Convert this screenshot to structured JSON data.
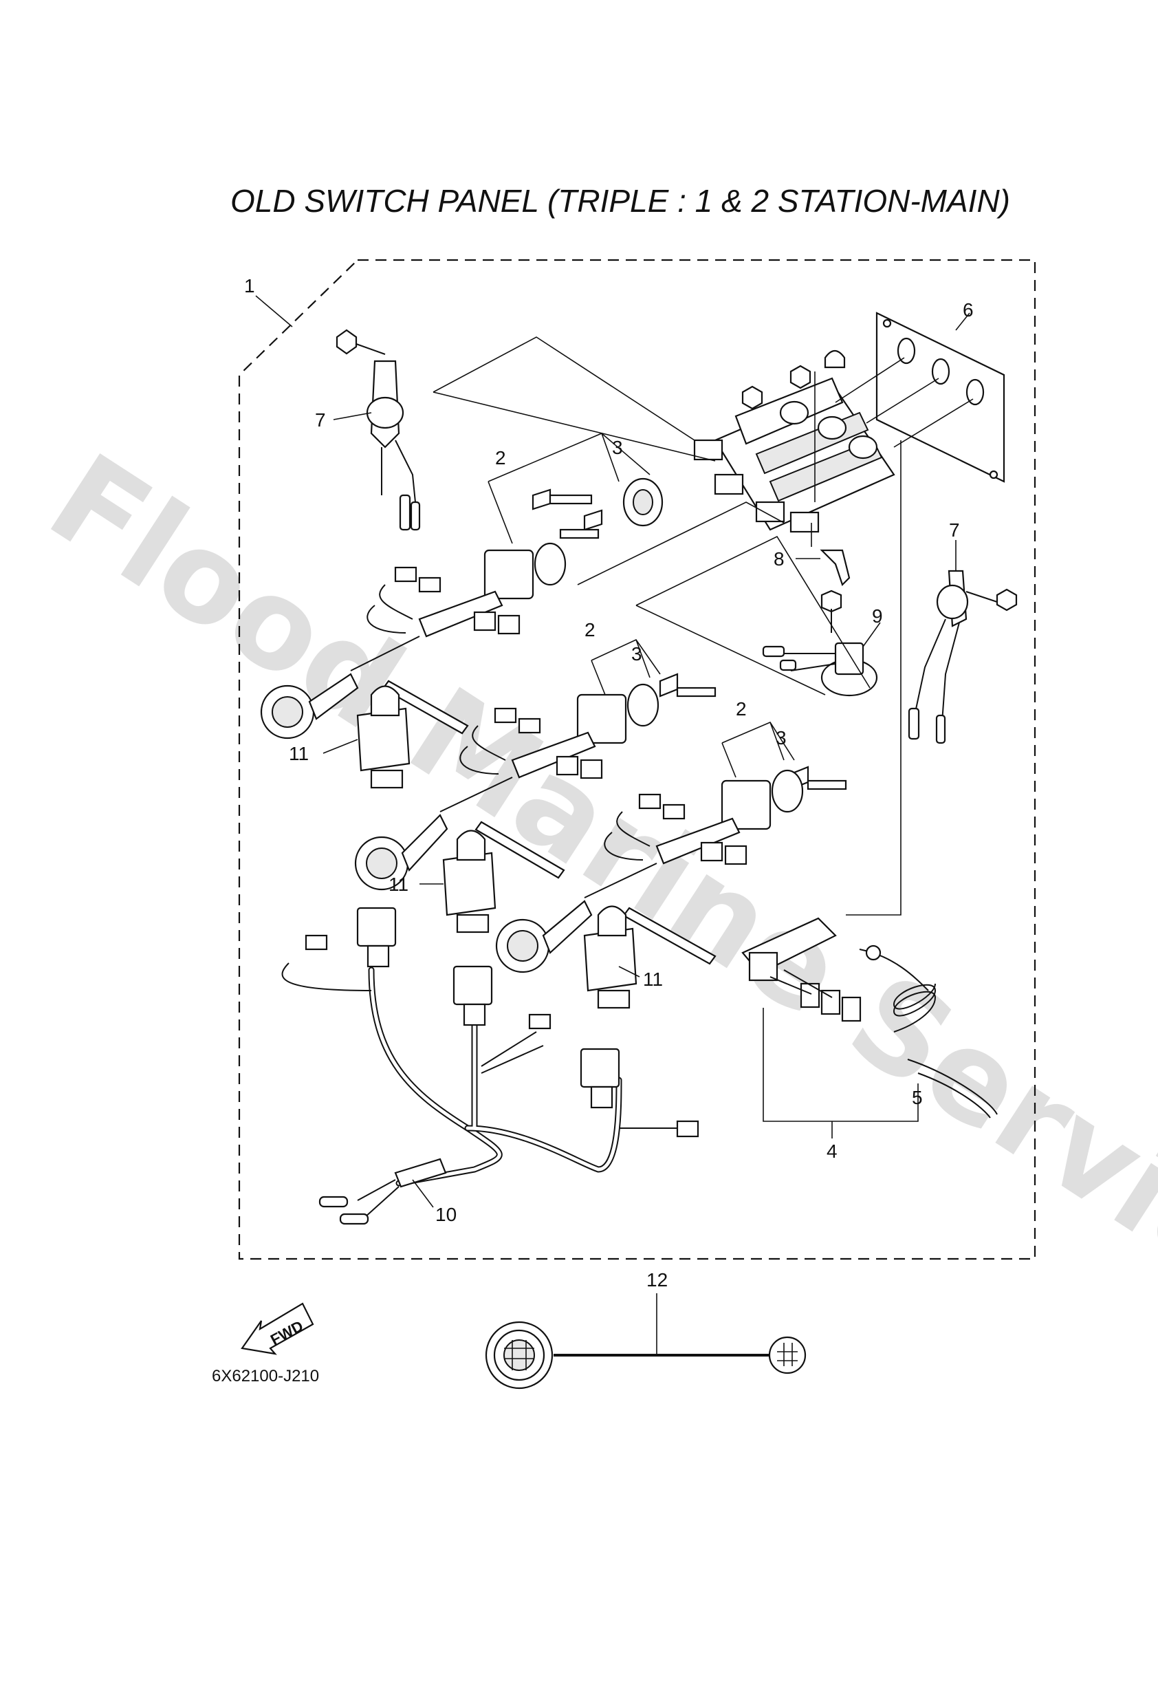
{
  "diagram": {
    "title": "OLD SWITCH PANEL (TRIPLE : 1 & 2 STATION-MAIN)",
    "code": "6X62100-J210",
    "watermark": "Flood Marine Services",
    "fwd_label": "FWD"
  },
  "callouts": [
    {
      "id": "c1",
      "text": "1"
    },
    {
      "id": "c2a",
      "text": "2"
    },
    {
      "id": "c2b",
      "text": "2"
    },
    {
      "id": "c2c",
      "text": "2"
    },
    {
      "id": "c3a",
      "text": "3"
    },
    {
      "id": "c3b",
      "text": "3"
    },
    {
      "id": "c3c",
      "text": "3"
    },
    {
      "id": "c4",
      "text": "4"
    },
    {
      "id": "c5",
      "text": "5"
    },
    {
      "id": "c6",
      "text": "6"
    },
    {
      "id": "c7a",
      "text": "7"
    },
    {
      "id": "c7b",
      "text": "7"
    },
    {
      "id": "c8",
      "text": "8"
    },
    {
      "id": "c9",
      "text": "9"
    },
    {
      "id": "c10",
      "text": "10"
    },
    {
      "id": "c11a",
      "text": "11"
    },
    {
      "id": "c11b",
      "text": "11"
    },
    {
      "id": "c11c",
      "text": "11"
    },
    {
      "id": "c12",
      "text": "12"
    }
  ]
}
